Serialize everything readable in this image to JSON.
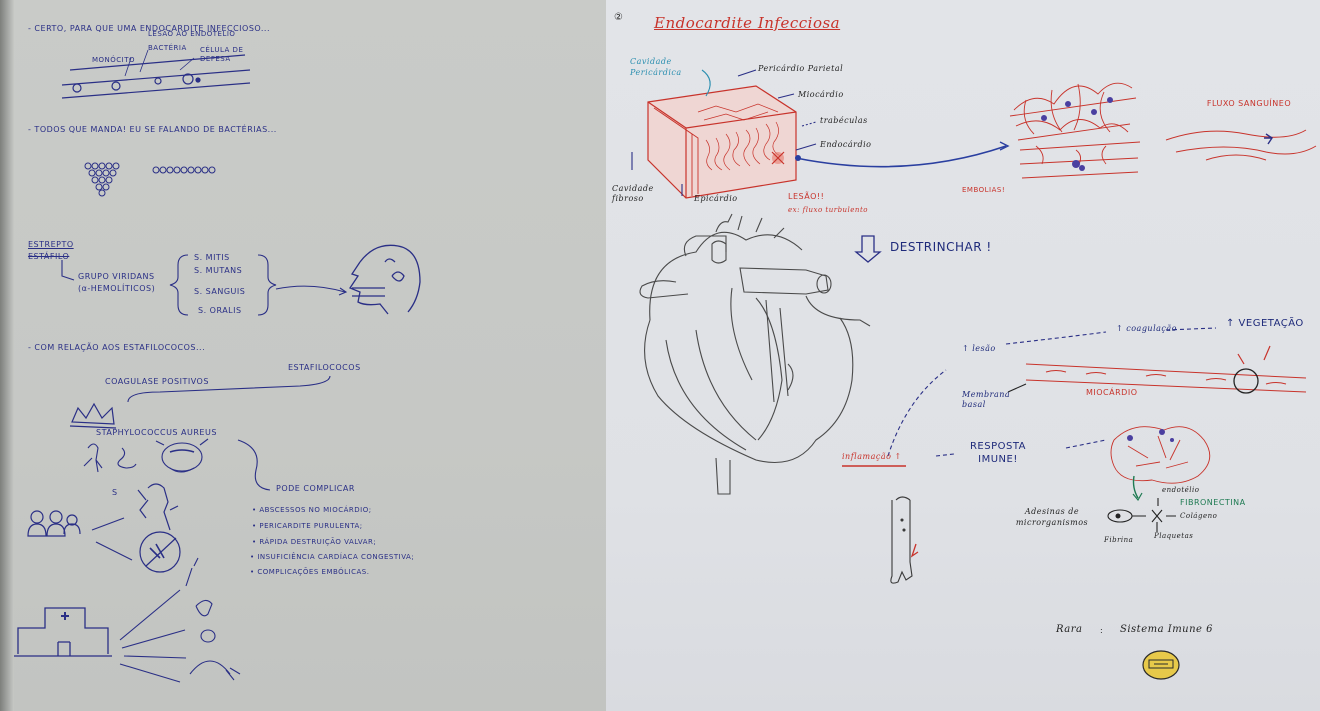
{
  "left_page": {
    "line1": "- CERTO, PARA QUE UMA ENDOCARDITE INFECCIOSO...",
    "vessel_labels": [
      "MONÓCITO",
      "LESÃO AO ENDOTÉLIO",
      "BACTÉRIA",
      "CÉLULA DE DEFESA"
    ],
    "line2": "- TODOS QUE MANDA! EU SE FALANDO DE BACTÉRIAS...",
    "strep_title": "ESTREPTO",
    "strep_title_2": "ESTÁFILO",
    "viridans_label": "GRUPO VIRIDANS",
    "viridans_sub": "(α-HEMOLÍTICOS)",
    "strep_species": [
      "S. MITIS",
      "S. MUTANS",
      "S. SANGUIS",
      "S. ORALIS"
    ],
    "line3": "- COM RELAÇÃO AOS ESTAFILOCOCOS...",
    "staph_title": "ESTAFILOCOCOS",
    "coag_label": "COAGULASE POSITIVOS",
    "aureus_label": "STAPHYLOCOCCUS AUREUS",
    "pode_complicar": "PODE COMPLICAR",
    "complications": [
      "• ABSCESSOS NO MIOCÁRDIO;",
      "• PERICARDITE PURULENTA;",
      "• RÁPIDA DESTRUIÇÃO VALVAR;",
      "• INSUFICIÊNCIA CARDÍACA CONGESTIVA;",
      "• COMPLICAÇÕES EMBÓLICAS."
    ],
    "people_label": "S"
  },
  "right_page": {
    "page_number": "②",
    "title": "Endocardite Infecciosa",
    "cavidade": "Cavidade Pericárdica",
    "layers": [
      "Pericárdio Parietal",
      "Miocárdio",
      "trabéculas",
      "Endocárdio"
    ],
    "cavidade_fibroso": "Cavidade fibroso",
    "epicardio": "Epicárdio",
    "lesao": "LESÃO!!",
    "lesao_sub": "ex: fluxo turbulento",
    "embolias": "EMBOLIAS!",
    "fluxo": "FLUXO SANGUÍNEO",
    "destrinchar": "DESTRINCHAR !",
    "lesao_arrow": "↑ lesão",
    "coagulacao": "↑ coagulação",
    "vegetacao": "↑ VEGETAÇÃO",
    "membrana": "Membrana basal",
    "miocardio_strip": "MIOCÁRDIO",
    "inflamacao": "inflamação ↑",
    "resposta": "RESPOSTA IMUNE!",
    "endotelio": "endotélio",
    "fibronectina": "FIBRONECTINA",
    "adesinas": "Adesinas de microrganismos",
    "colageno": "Colágeno",
    "fibrina": "Fibrina",
    "plaquetas": "Plaquetas",
    "rara": "Rara",
    "sistema_imune": "Sistema Imune 6"
  },
  "colors": {
    "blue_ink": "#2a2f86",
    "red_ink": "#c8332b",
    "green_ink": "#1e7a52",
    "teal_ink": "#2b8fb0"
  }
}
